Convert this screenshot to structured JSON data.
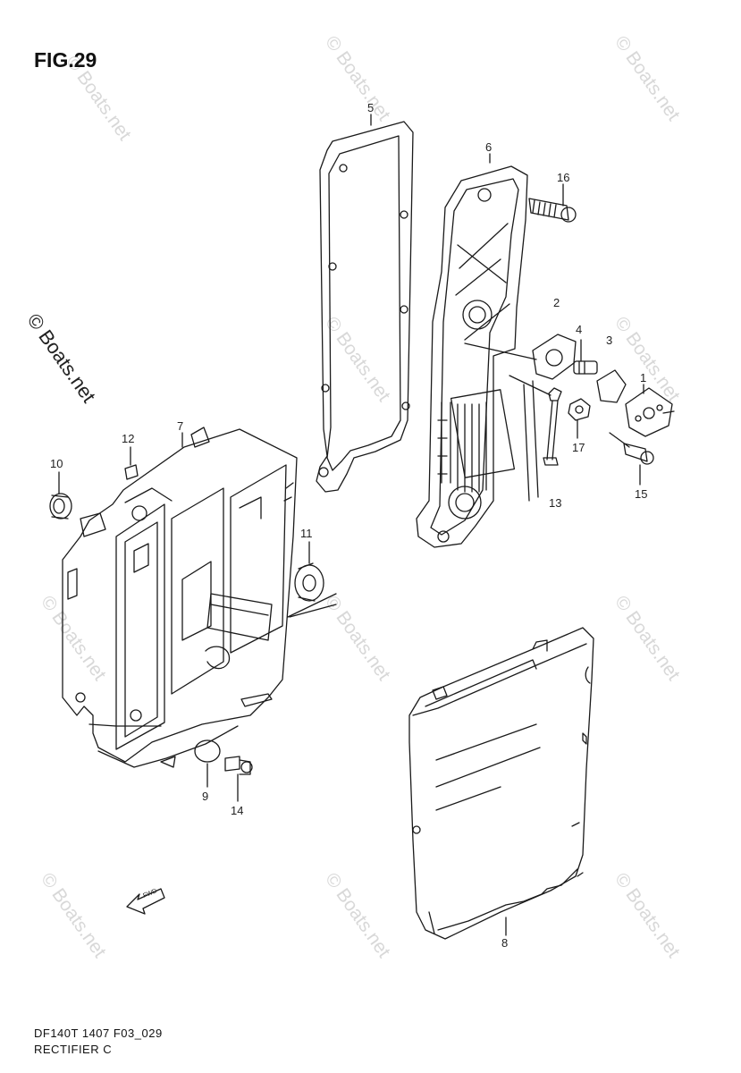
{
  "figure": {
    "title": "FIG.29"
  },
  "watermark": {
    "text": "© Boats.net"
  },
  "callouts": {
    "c1": "1",
    "c2": "2",
    "c3": "3",
    "c4": "4",
    "c5": "5",
    "c6": "6",
    "c7": "7",
    "c8": "8",
    "c9": "9",
    "c10": "10",
    "c11": "11",
    "c12": "12",
    "c13": "13",
    "c14": "14",
    "c15": "15",
    "c16": "16",
    "c17": "17"
  },
  "footer": {
    "code": "DF140T 1407 F03_029",
    "name": "RECTIFIER C"
  },
  "arrow_label": "FWD"
}
